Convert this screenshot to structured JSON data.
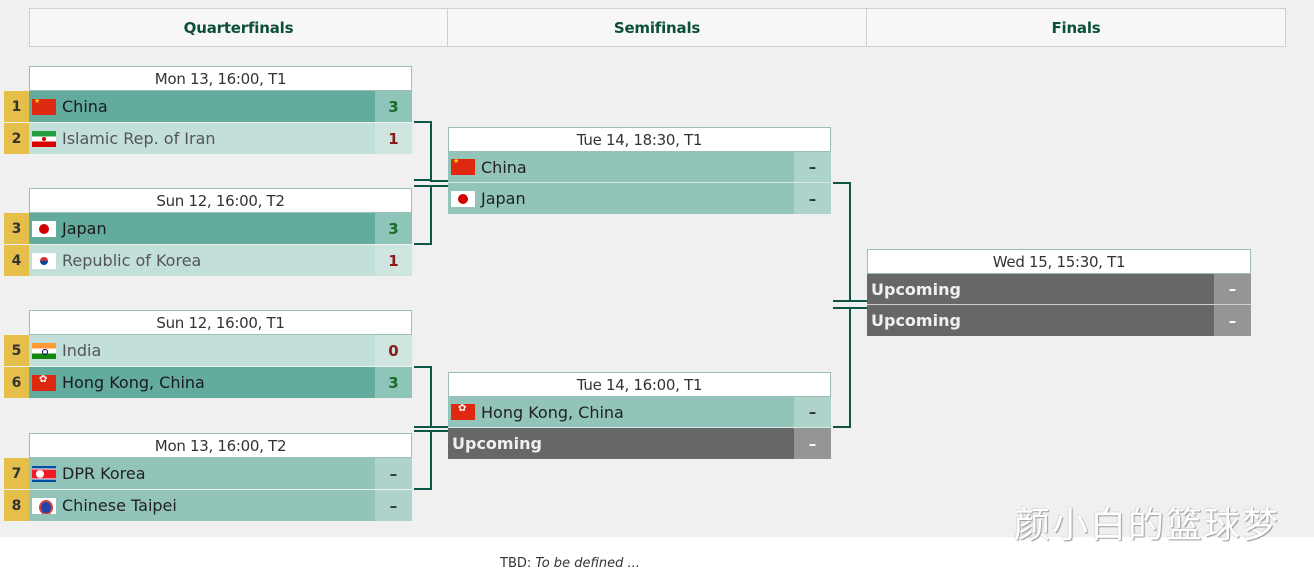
{
  "rounds": [
    {
      "label": "Quarterfinals"
    },
    {
      "label": "Semifinals"
    },
    {
      "label": "Finals"
    }
  ],
  "quarterfinals": [
    {
      "date": "Mon 13, 16:00, T1",
      "teams": [
        {
          "seed": "1",
          "flag": "china-flag",
          "name": "China",
          "score": "3",
          "status": "win"
        },
        {
          "seed": "2",
          "flag": "iran-flag",
          "name": "Islamic Rep. of Iran",
          "score": "1",
          "status": "lose"
        }
      ]
    },
    {
      "date": "Sun 12, 16:00, T2",
      "teams": [
        {
          "seed": "3",
          "flag": "japan-flag",
          "name": "Japan",
          "score": "3",
          "status": "win"
        },
        {
          "seed": "4",
          "flag": "korea-flag",
          "name": "Republic of Korea",
          "score": "1",
          "status": "lose"
        }
      ]
    },
    {
      "date": "Sun 12, 16:00, T1",
      "teams": [
        {
          "seed": "5",
          "flag": "india-flag",
          "name": "India",
          "score": "0",
          "status": "lose"
        },
        {
          "seed": "6",
          "flag": "hong-kong-flag",
          "name": "Hong Kong, China",
          "score": "3",
          "status": "win"
        }
      ]
    },
    {
      "date": "Mon 13, 16:00, T2",
      "teams": [
        {
          "seed": "7",
          "flag": "dpr-korea-flag",
          "name": "DPR Korea",
          "score": "–",
          "status": "pending"
        },
        {
          "seed": "8",
          "flag": "chinese-taipei-flag",
          "name": "Chinese Taipei",
          "score": "–",
          "status": "pending"
        }
      ]
    }
  ],
  "semifinals": [
    {
      "date": "Tue 14, 18:30, T1",
      "teams": [
        {
          "flag": "china-flag",
          "name": "China",
          "score": "–",
          "status": "pending"
        },
        {
          "flag": "japan-flag",
          "name": "Japan",
          "score": "–",
          "status": "pending"
        }
      ]
    },
    {
      "date": "Tue 14, 16:00, T1",
      "teams": [
        {
          "flag": "hong-kong-flag",
          "name": "Hong Kong, China",
          "score": "–",
          "status": "pending"
        },
        {
          "name": "Upcoming",
          "score": "–",
          "status": "upcoming"
        }
      ]
    }
  ],
  "finals": [
    {
      "date": "Wed 15, 15:30, T1",
      "teams": [
        {
          "name": "Upcoming",
          "score": "–",
          "status": "upcoming"
        },
        {
          "name": "Upcoming",
          "score": "–",
          "status": "upcoming"
        }
      ]
    }
  ],
  "colors": {
    "header_text": "#0d4f3c",
    "winner_row": "#62ab9d",
    "pending_row": "#92c4ba",
    "loser_row": "#c3dfd9",
    "upcoming_row": "#676767",
    "seed_badge": "#e6bf4a",
    "win_score": "#1b6b2c",
    "lose_score": "#8b1a1a",
    "connector": "#0d5544"
  },
  "watermark": "颜小白的篮球梦",
  "footnote": {
    "abbr": "TBD:",
    "text": "To be defined ... "
  }
}
